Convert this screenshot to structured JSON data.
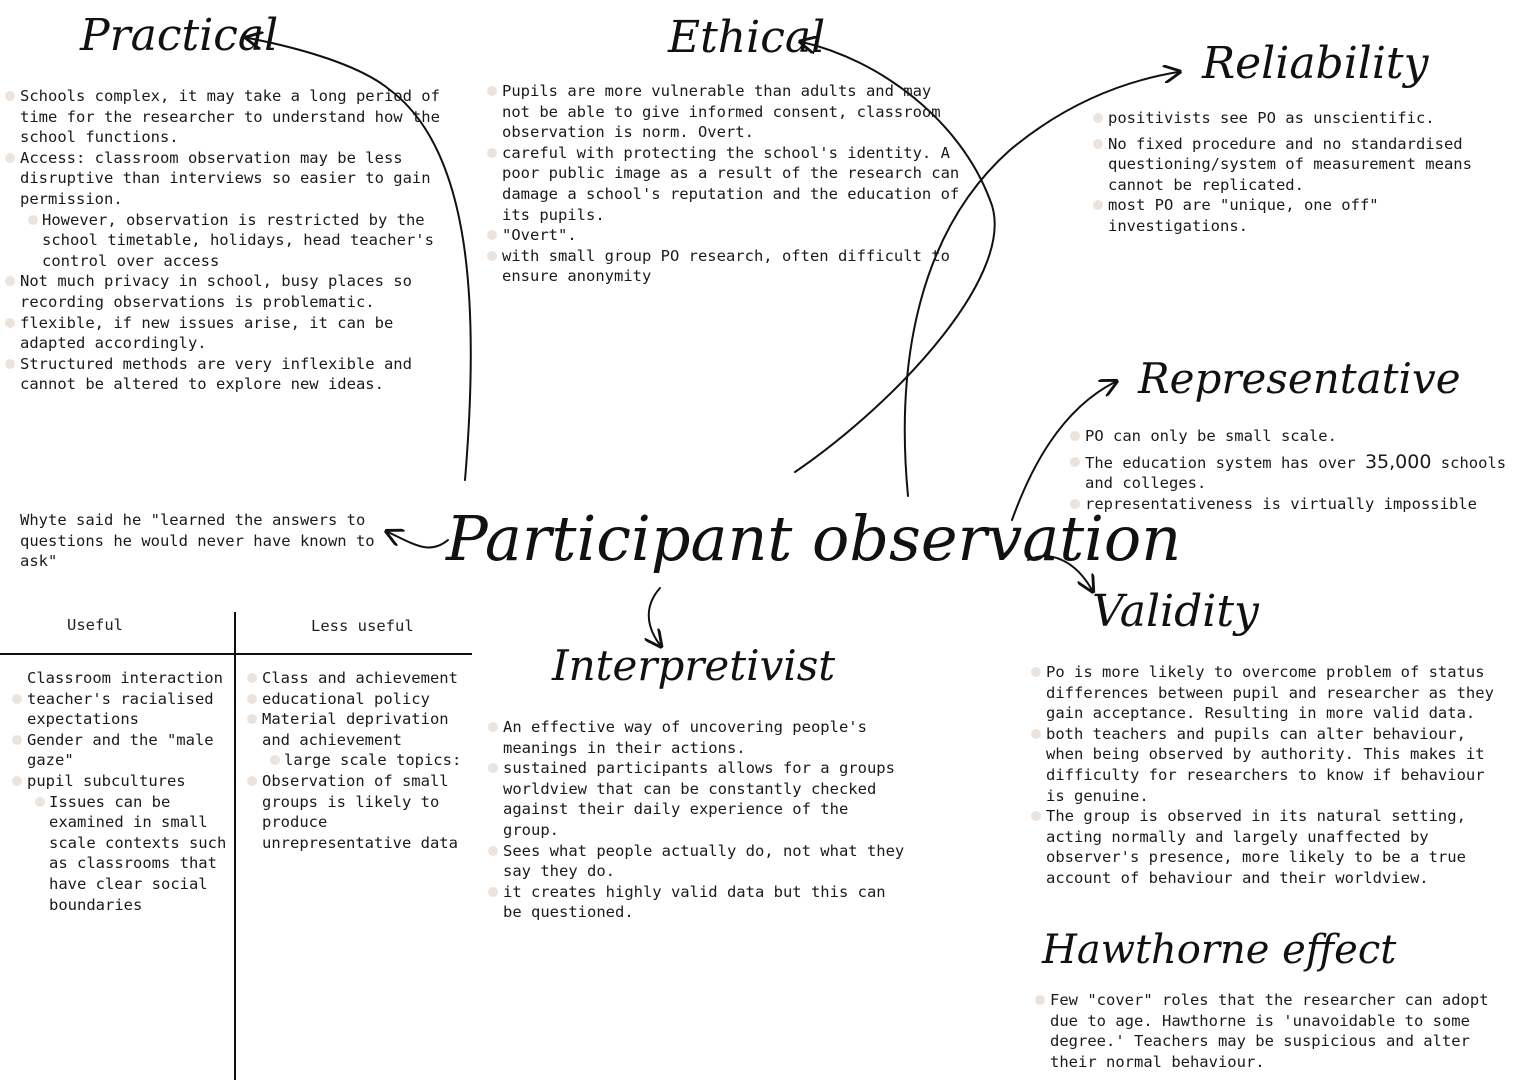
{
  "center_title": "Participant observation",
  "practical": {
    "title": "Practical",
    "items": [
      {
        "text": "Schools complex, it may take a long period of time for the researcher to understand how the school functions.",
        "sub": false
      },
      {
        "text": "Access: classroom observation may be less disruptive than interviews so easier to gain permission.",
        "sub": false
      },
      {
        "text": "However, observation is restricted by the school timetable, holidays, head teacher's control over access",
        "sub": true
      },
      {
        "text": "Not much privacy in school, busy places so recording observations is problematic.",
        "sub": false
      },
      {
        "text": "flexible, if new issues arise, it can be adapted accordingly.",
        "sub": false
      },
      {
        "text": "Structured methods are very inflexible and cannot be altered to explore new ideas.",
        "sub": false
      }
    ]
  },
  "ethical": {
    "title": "Ethical",
    "items": [
      "Pupils are more vulnerable than adults and may not be able to give informed consent, classroom observation is norm. Overt.",
      "careful with protecting the school's identity. A poor public image as a result of the research can damage a school's reputation and the education of its pupils.",
      "\"Overt\".",
      "with small group PO research, often difficult to ensure anonymity"
    ]
  },
  "reliability": {
    "title": "Reliability",
    "items": [
      "positivists see PO as unscientific.",
      "No fixed procedure and no standardised questioning/system of measurement means cannot be replicated.",
      "most PO are \"unique, one off\" investigations."
    ]
  },
  "representative": {
    "title": "Representative",
    "item1": "PO can only be small scale.",
    "item2_before": "The education system has over",
    "item2_number": "35,000",
    "item2_after": "schools and colleges.",
    "item3": "representativeness is virtually impossible"
  },
  "validity": {
    "title": "Validity",
    "items": [
      "Po is more likely to overcome problem of status differences between pupil and researcher as they gain acceptance. Resulting in more valid data.",
      "both teachers and pupils can alter behaviour, when being observed by authority. This makes it difficulty for researchers to know if behaviour is genuine.",
      "The group is observed in its natural setting, acting normally and largely unaffected by observer's presence, more likely to be a true account of behaviour and their worldview."
    ]
  },
  "hawthorne": {
    "title": "Hawthorne effect",
    "items": [
      "Few \"cover\" roles that the researcher can adopt due to age. Hawthorne is 'unavoidable to some degree.' Teachers may be suspicious and alter their normal behaviour."
    ]
  },
  "interpretivist": {
    "title": "Interpretivist",
    "items": [
      "An effective way of uncovering people's meanings in their actions.",
      "sustained participants allows for a groups worldview that can be constantly checked against their daily experience of the group.",
      "Sees what people actually do, not what they say they do.",
      "it creates highly valid data but this can be questioned."
    ]
  },
  "whyte_quote": "Whyte said he \"learned the answers to questions he would never have known to ask\"",
  "table": {
    "useful_header": "Useful",
    "less_useful_header": "Less useful",
    "useful_items": [
      {
        "text": "Classroom interaction",
        "sub": false,
        "bullet": false
      },
      {
        "text": "teacher's racialised expectations",
        "sub": false,
        "bullet": true
      },
      {
        "text": "Gender and the \"male gaze\"",
        "sub": false,
        "bullet": true
      },
      {
        "text": "pupil subcultures",
        "sub": false,
        "bullet": true
      },
      {
        "text": "Issues can be examined in small scale contexts such as classrooms that have clear social boundaries",
        "sub": true,
        "bullet": true
      }
    ],
    "less_useful_items": [
      {
        "text": "Class and achievement",
        "sub": false,
        "bullet": true
      },
      {
        "text": "educational policy",
        "sub": false,
        "bullet": true
      },
      {
        "text": "Material deprivation and achievement",
        "sub": false,
        "bullet": true
      },
      {
        "text": "large scale topics:",
        "sub": true,
        "bullet": true
      },
      {
        "text": "Observation of small groups is likely to produce unrepresentative data",
        "sub": false,
        "bullet": true
      }
    ]
  },
  "colors": {
    "bullet": "#ece3dd",
    "ink": "#111111"
  }
}
